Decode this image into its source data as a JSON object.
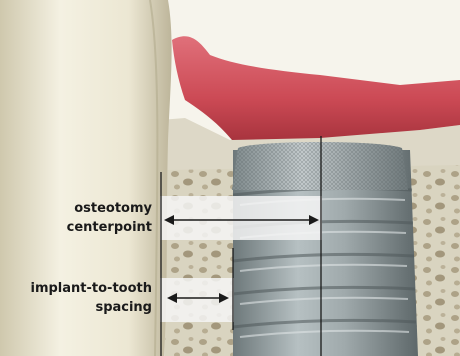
{
  "labels": {
    "osteotomy_line1": "osteotomy",
    "osteotomy_line2": "centerpoint",
    "spacing_line1": "implant-to-tooth",
    "spacing_line2": "spacing"
  },
  "colors": {
    "bone": "#d9d6c6",
    "tooth_root": "#ebe6d2",
    "gingiva": "#d0525c",
    "implant": "#8e9a9c",
    "measurement_band": "#f3f3f3",
    "line": "#1a1a1a"
  }
}
